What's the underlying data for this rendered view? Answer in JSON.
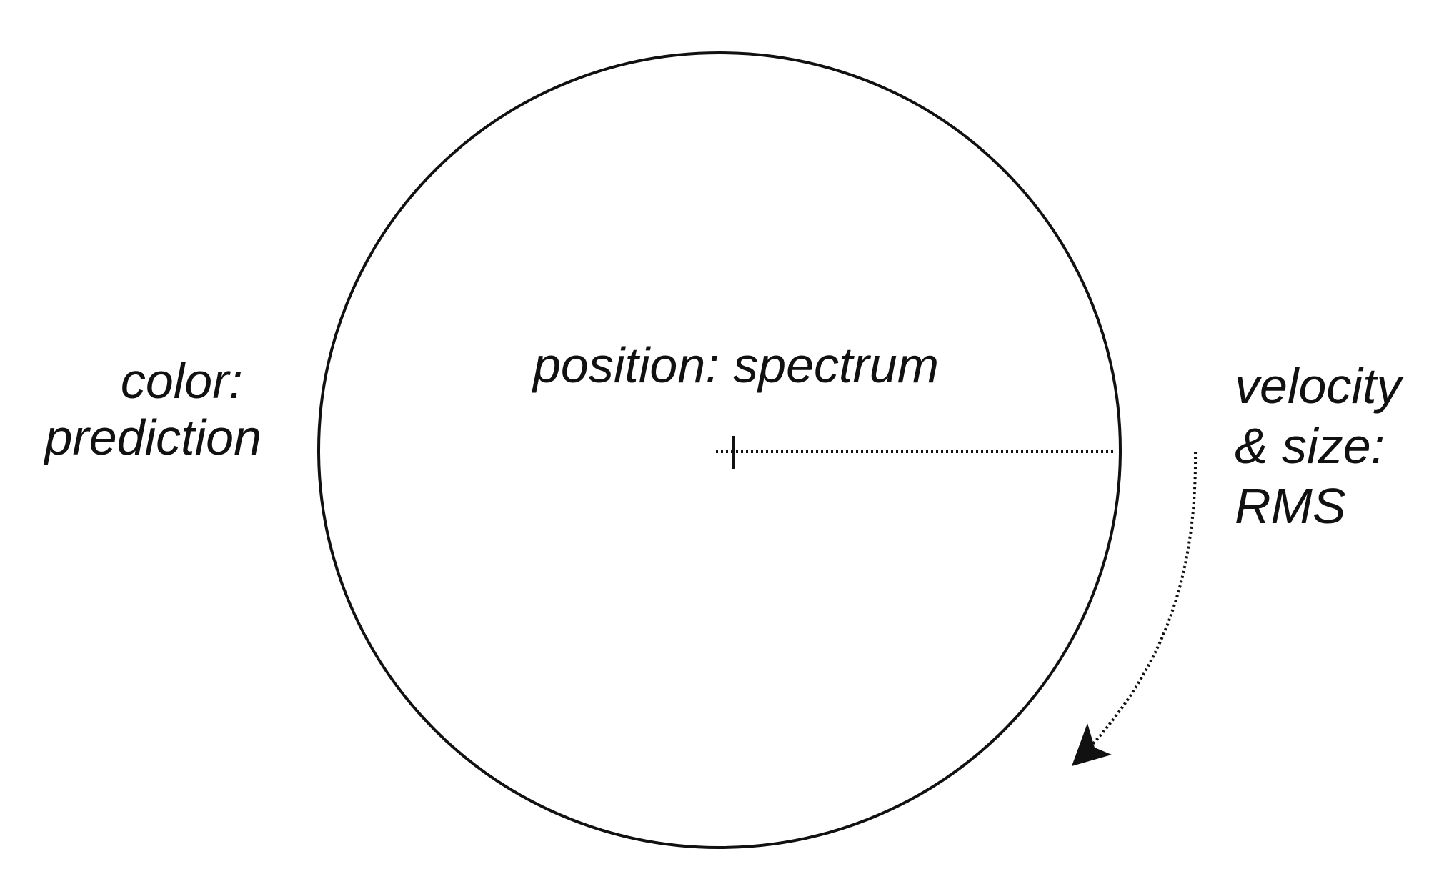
{
  "diagram": {
    "center_label": "position: spectrum",
    "left_label": {
      "line1": "color:",
      "line2": "prediction"
    },
    "right_label": {
      "line1": "velocity",
      "line2": "& size:",
      "line3": "RMS"
    },
    "colors": {
      "stroke": "#111111",
      "background": "#ffffff"
    }
  }
}
